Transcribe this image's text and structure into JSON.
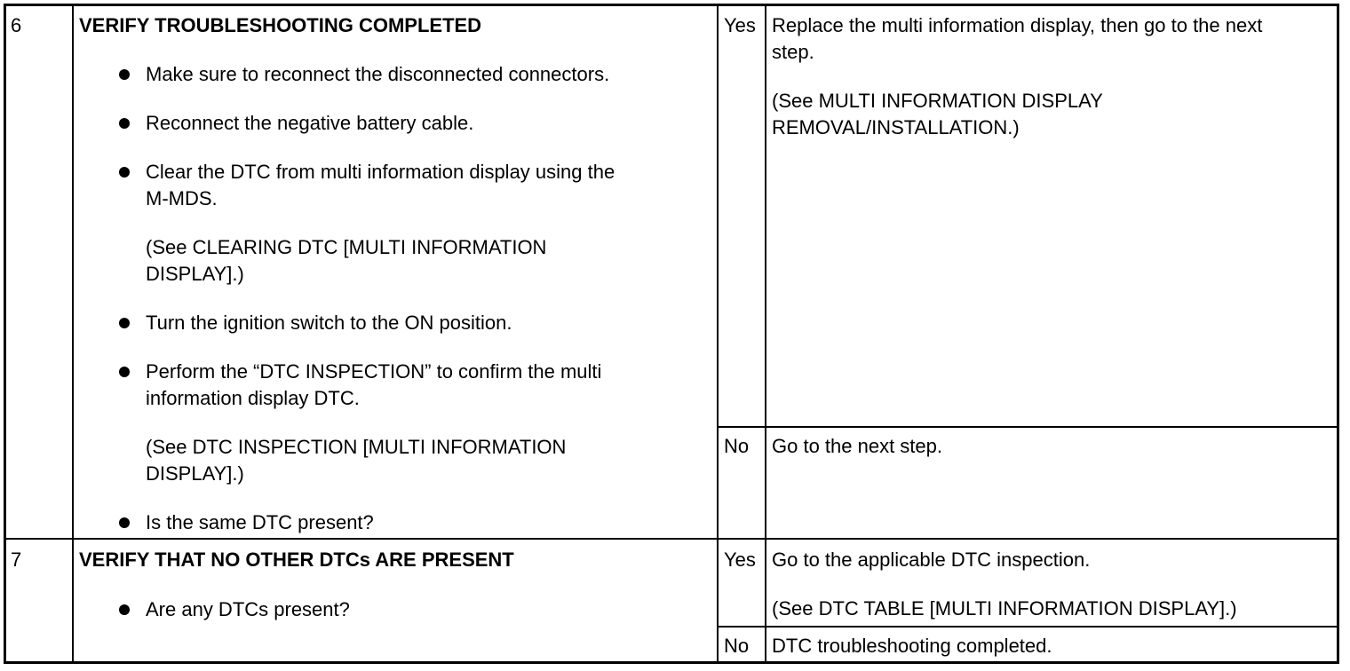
{
  "steps": [
    {
      "number": "6",
      "title": "VERIFY TROUBLESHOOTING COMPLETED",
      "items": [
        {
          "lines": [
            "Make sure to reconnect the disconnected connectors."
          ]
        },
        {
          "lines": [
            "Reconnect the negative battery cable."
          ]
        },
        {
          "lines": [
            "Clear the DTC from multi information display using the",
            "M-MDS."
          ],
          "ref": [
            "(See CLEARING DTC [MULTI INFORMATION",
            "DISPLAY].)"
          ]
        },
        {
          "lines": [
            "Turn the ignition switch to the ON position."
          ]
        },
        {
          "lines": [
            "Perform the “DTC INSPECTION” to confirm the multi",
            "information display DTC."
          ],
          "ref": [
            "(See DTC INSPECTION [MULTI INFORMATION",
            "DISPLAY].)"
          ]
        },
        {
          "lines": [
            "Is the same DTC present?"
          ]
        }
      ],
      "results": [
        {
          "answer": "Yes",
          "action": [
            "Replace the multi information display, then go to the next",
            "step."
          ],
          "ref": [
            "(See MULTI INFORMATION DISPLAY",
            "REMOVAL/INSTALLATION.)"
          ]
        },
        {
          "answer": "No",
          "action": [
            "Go to the next step."
          ]
        }
      ]
    },
    {
      "number": "7",
      "title": "VERIFY THAT NO OTHER DTCs ARE PRESENT",
      "items": [
        {
          "lines": [
            "Are any DTCs present?"
          ]
        }
      ],
      "results": [
        {
          "answer": "Yes",
          "action": [
            "Go to the applicable DTC inspection."
          ],
          "ref": [
            "(See DTC TABLE [MULTI INFORMATION DISPLAY].)"
          ]
        },
        {
          "answer": "No",
          "action": [
            "DTC troubleshooting completed."
          ]
        }
      ]
    }
  ]
}
